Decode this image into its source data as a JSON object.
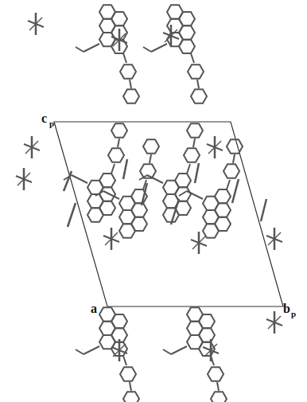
{
  "diagram": {
    "labels": [
      "c",
      "p",
      "a",
      "b",
      "p"
    ]
  }
}
